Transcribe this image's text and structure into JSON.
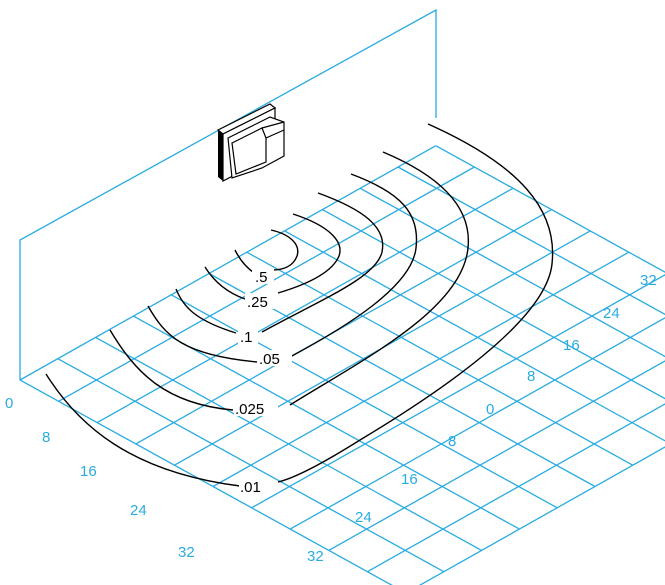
{
  "colors": {
    "grid": "#29abe2",
    "contour": "#000000",
    "background": "#ffffff"
  },
  "fixture": {
    "icon": "wall-mounted-luminaire-icon"
  },
  "axes": {
    "left_depth_ticks": [
      "0",
      "8",
      "16",
      "24",
      "32"
    ],
    "front_width_ticks": [
      "32",
      "24",
      "16",
      "8",
      "0"
    ],
    "right_depth_ticks": [
      "8",
      "16",
      "24",
      "32"
    ]
  },
  "contours": [
    {
      "level": ".5"
    },
    {
      "level": ".25"
    },
    {
      "level": ".1"
    },
    {
      "level": ".05"
    },
    {
      "level": ".025"
    },
    {
      "level": ".01"
    }
  ]
}
